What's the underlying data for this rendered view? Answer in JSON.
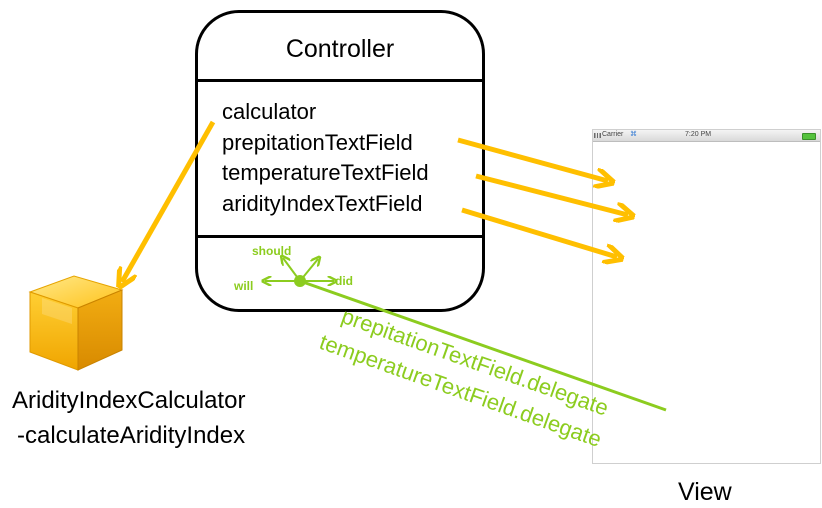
{
  "controller": {
    "title": "Controller",
    "outlets": [
      "calculator",
      "prepitationTextField",
      "temperatureTextField",
      "aridityIndexTextField"
    ],
    "delegate_methods": {
      "should": "should",
      "will": "will",
      "did": "did"
    }
  },
  "model": {
    "class_name": "AridityIndexCalculator",
    "method": "-calculateAridityIndex",
    "icon": "cube-icon"
  },
  "view": {
    "label": "View",
    "status_bar": {
      "carrier": "Carrier",
      "time": "7:20 PM"
    }
  },
  "delegate_connection": {
    "labels": [
      "prepitationTextField.delegate",
      "temperatureTextField.delegate"
    ]
  },
  "colors": {
    "outlet_arrow": "#ffbf00",
    "delegate": "#8ccc1f",
    "outline": "#000000",
    "cube_light": "#ffd54a",
    "cube_dark": "#e59a00"
  }
}
